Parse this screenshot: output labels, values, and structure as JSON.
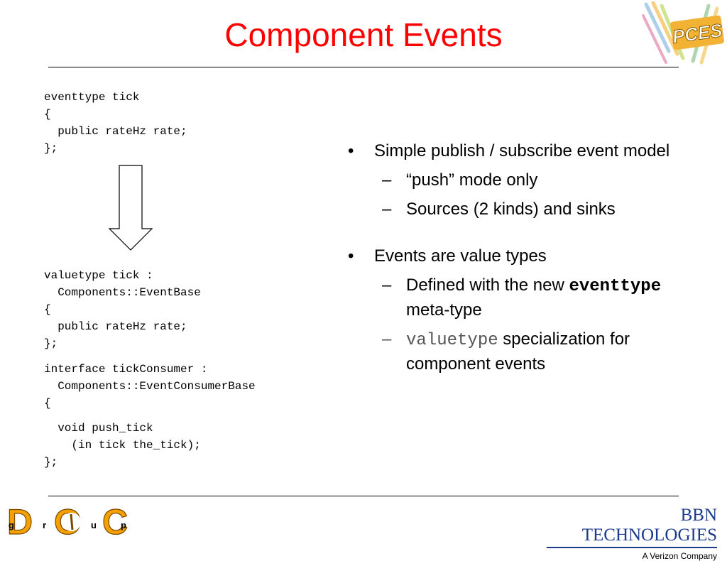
{
  "slide": {
    "title": "Component Events"
  },
  "code": {
    "block1": "eventtype tick\n{\n  public rateHz rate;\n};",
    "block2": "valuetype tick :\n  Components::EventBase\n{\n  public rateHz rate;\n};",
    "block3": "interface tickConsumer :\n  Components::EventConsumerBase\n{",
    "block4": "  void push_tick\n    (in tick the_tick);\n};"
  },
  "bullets": {
    "b1": {
      "marker": "•",
      "text": "Simple publish / subscribe event model"
    },
    "b1_s1": {
      "marker": "–",
      "text": "“push” mode only"
    },
    "b1_s2": {
      "marker": "–",
      "text": "Sources (2 kinds) and sinks"
    },
    "b2": {
      "marker": "•",
      "text": "Events are value types"
    },
    "b2_s1": {
      "marker": "–",
      "pre": "Defined with the new ",
      "code": "eventtype",
      "post": " meta-type"
    },
    "b2_s2": {
      "marker": "–",
      "code": "valuetype",
      "post": " specialization for component events"
    }
  },
  "logos": {
    "pces": "PCES",
    "doc": {
      "letters": [
        "D",
        "O",
        "C"
      ],
      "small": [
        "g",
        "r",
        "u",
        "p"
      ]
    },
    "bbn": {
      "name": "BBN TECHNOLOGIES",
      "tagline": "A Verizon Company"
    }
  },
  "colors": {
    "title": "#ff0000",
    "bbn": "#1b3a8c",
    "doc_orange": "#f4a100"
  }
}
